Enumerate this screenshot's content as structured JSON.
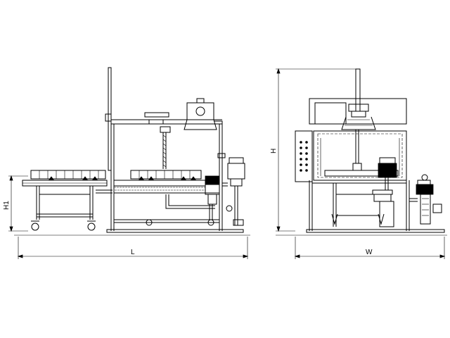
{
  "dimensions": {
    "length_label": "L",
    "width_label": "W",
    "height_label": "H",
    "height1_label": "H1"
  },
  "colors": {
    "line": "#000000",
    "background": "#ffffff"
  }
}
